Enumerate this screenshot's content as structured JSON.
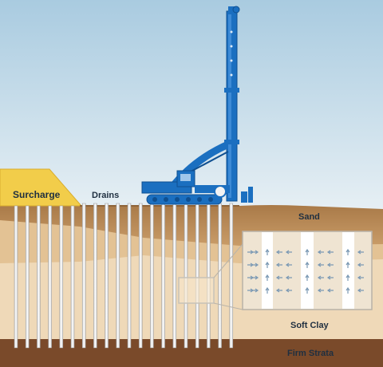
{
  "labels": {
    "surcharge": "Surcharge",
    "drains": "Drains",
    "sand": "Sand",
    "soft_clay": "Soft Clay",
    "firm_strata": "Firm Strata"
  },
  "colors": {
    "sky_top": "#a9cbe0",
    "sky_bottom": "#e6eff4",
    "surcharge": "#f2cd4a",
    "sand": "#b98a55",
    "clay_upper": "#e7c89c",
    "clay_lower": "#efd9b8",
    "firm_strata": "#7a4a2a",
    "rig": "#1b6fc0",
    "drain": "#ffffff"
  },
  "icons": [
    "drilling-rig-icon",
    "drain-detail-callout",
    "flow-arrow-icon"
  ]
}
